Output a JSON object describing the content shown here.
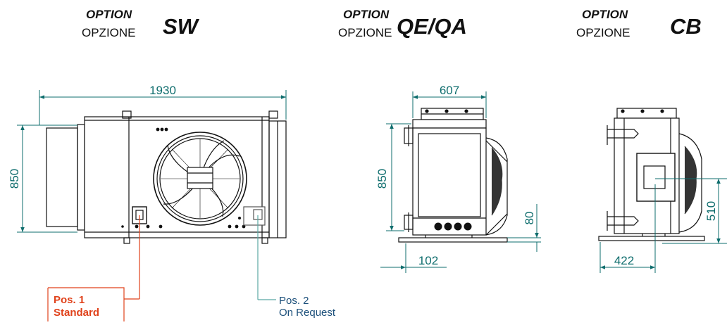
{
  "colors": {
    "dimension": "#0e6d6d",
    "ink": "#111111",
    "callout_standard": "#e0421b",
    "callout_request": "#1b4f7a",
    "callout_line_request": "#5aa8a4"
  },
  "headers": [
    {
      "option": "OPTION",
      "opzione": "OPZIONE",
      "code": "SW"
    },
    {
      "option": "OPTION",
      "opzione": "OPZIONE",
      "code": "QE/QA"
    },
    {
      "option": "OPTION",
      "opzione": "OPZIONE",
      "code": "CB"
    }
  ],
  "views": {
    "sw": {
      "width_dim": "1930",
      "height_dim": "850"
    },
    "qe": {
      "width_dim": "607",
      "height_dim": "850",
      "offset_dim": "102",
      "base_dim": "80"
    },
    "cb": {
      "width_dim": "422",
      "height_dim": "510"
    }
  },
  "callouts": {
    "pos1_line1": "Pos. 1",
    "pos1_line2": "Standard",
    "pos2_line1": "Pos. 2",
    "pos2_line2": "On Request"
  }
}
